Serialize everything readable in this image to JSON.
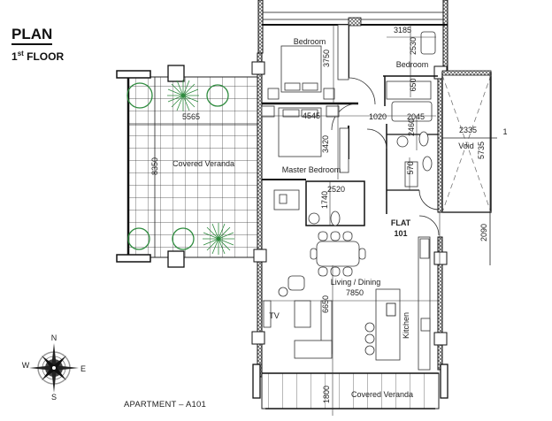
{
  "header": {
    "title": "PLAN",
    "subtitle_number": "1",
    "subtitle_suffix": "st",
    "subtitle_rest": " FLOOR"
  },
  "footer": {
    "apartment_label": "APARTMENT – A101"
  },
  "compass": {
    "north": "N",
    "south": "S",
    "east": "E",
    "west": "W"
  },
  "rooms": {
    "bedroom_1": "Bedroom",
    "bedroom_2": "Bedroom",
    "master_bedroom": "Master Bedroom",
    "covered_veranda_west": "Covered Veranda",
    "covered_veranda_south": "Covered Veranda",
    "living_dining": "Living / Dining",
    "kitchen": "Kitchen",
    "void": "Void",
    "tv": "TV",
    "flat_label": "FLAT",
    "flat_number": "101"
  },
  "dimensions": {
    "bedroom_1_depth": "3750",
    "bedroom_2_width": "3185",
    "bedroom_2_depth": "2530",
    "closet_depth": "650",
    "master_width": "4545",
    "master_depth": "3420",
    "corridor_width": "1020",
    "bath_width": "2045",
    "bath_depth": "2460",
    "utility_depth": "570",
    "ensuite_width": "2520",
    "ensuite_depth": "1740",
    "veranda_west_width": "5565",
    "veranda_west_depth": "8350",
    "void_width": "2335",
    "void_depth": "5735",
    "entry_depth": "2090",
    "living_width": "7850",
    "living_depth": "6650",
    "veranda_south_depth": "1800",
    "section_marker": "1"
  },
  "colors": {
    "wall": "#111111",
    "plant": "#2e8b3e",
    "hatch": "#555555",
    "text": "#222222"
  }
}
